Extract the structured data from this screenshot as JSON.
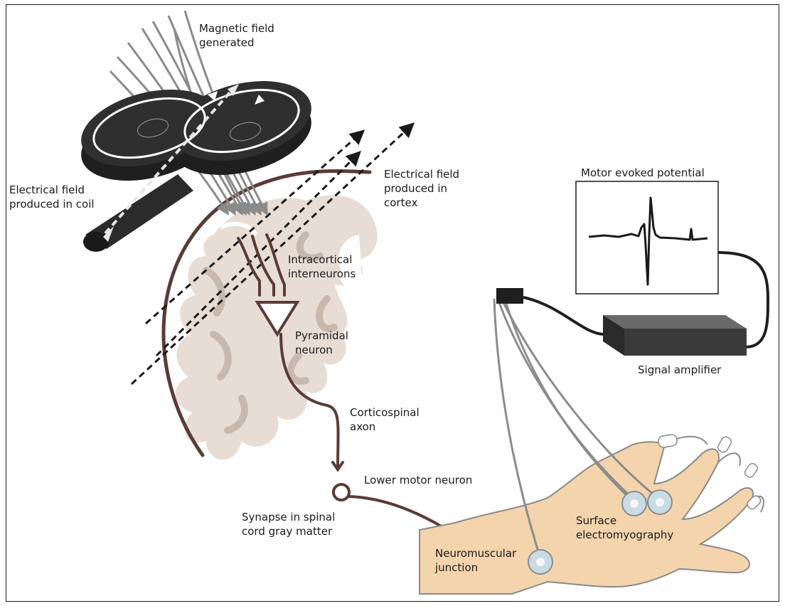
{
  "labels": {
    "magnetic_field": "Magnetic field\ngenerated",
    "electrical_field_coil": "Electrical field\nproduced in coil",
    "electrical_field_cortex": "Electrical field\nproduced in\ncortex",
    "intracortical": "Intracortical\ninterneurons",
    "pyramidal": "Pyramidal\nneuron",
    "corticospinal": "Corticospinal\naxon",
    "lower_motor": "Lower motor neuron",
    "synapse": "Synapse in spinal\ncord gray matter",
    "neuromuscular": "Neuromuscular\njunction",
    "surface_emg": "Surface\nelectromyography",
    "mep": "Motor evoked potential",
    "amplifier": "Signal amplifier"
  },
  "colors": {
    "neuron": "#5a3b35",
    "brain": "#e8ddd5",
    "coil": "#2b2b2b",
    "skin": "#f3d4ac",
    "electrode": "#c9dbe3",
    "wire": "#8c8c8c"
  }
}
